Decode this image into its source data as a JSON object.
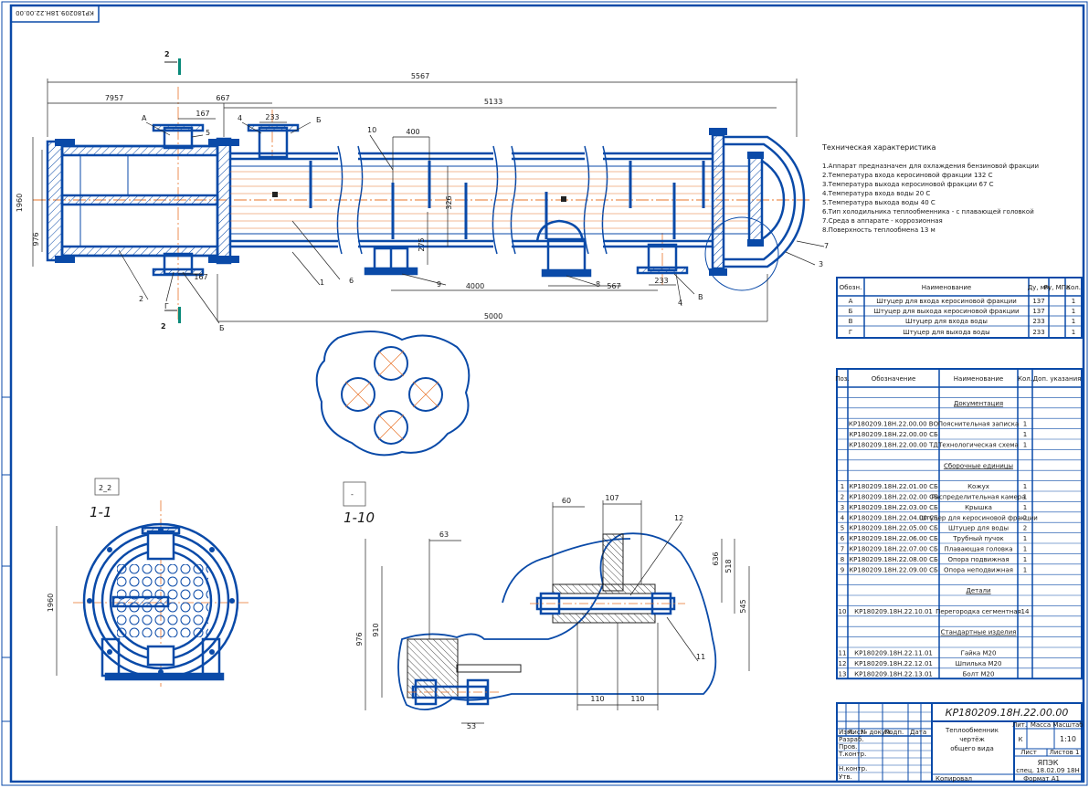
{
  "stamp": {
    "side_code": "КР180209.18Н.22.00.00"
  },
  "dimensions": {
    "d5567": "5567",
    "d7957": "7957",
    "d667": "667",
    "d5133": "5133",
    "d167a": "167",
    "d167b": "167",
    "d233a": "233",
    "d233b": "233",
    "d400": "400",
    "d4000": "4000",
    "d5000": "5000",
    "d567": "567",
    "d1960": "1960",
    "d976": "976",
    "d326": "326",
    "d275": "275",
    "d63": "63",
    "d53": "53",
    "d910": "910",
    "d976b": "976",
    "d60": "60",
    "d107": "107",
    "d636": "636",
    "d518": "518",
    "d545": "545",
    "d110a": "110",
    "d110b": "110",
    "d1960b": "1960"
  },
  "labels": {
    "sec2top": "2",
    "sec2bot": "2",
    "A": "А",
    "B": "Б",
    "V": "В",
    "G": "Г",
    "B2": "Б",
    "n4a": "4",
    "n5": "5",
    "n10": "10",
    "n1": "1",
    "n2": "2",
    "n6": "6",
    "n9": "9",
    "n8": "8",
    "n4b": "4",
    "n3": "3",
    "n7": "7",
    "n12": "12",
    "n11": "11"
  },
  "views": {
    "v1_tag": "2_2",
    "v1_title": "1-1",
    "v2_tag": "-",
    "v2_title": "1-10"
  },
  "tech": {
    "title": "Техническая характеристика",
    "lines": [
      "1.Аппарат предназначен для охлаждения бензиновой фракции",
      "2.Температура входа керосиновой фракции 132 С",
      "3.Температура выхода керосиновой фракции 67 С",
      "4.Температура входа воды 20 С",
      "5.Температура выхода воды 40 С",
      "6.Тип холодильника теплообменника - с плавающей головкой",
      "7.Среда в аппарате - коррозионная",
      "8.Поверхность теплообмена 13 м"
    ]
  },
  "nozzle_table": {
    "headers": [
      "Обозн.",
      "Наименование",
      "Ду, мм",
      "Ру, МПа",
      "Кол."
    ],
    "rows": [
      [
        "А",
        "Штуцер для входа керосиновой фракции",
        "137",
        "",
        "1"
      ],
      [
        "Б",
        "Штуцер для выхода керосиновой фракции",
        "137",
        "",
        "1"
      ],
      [
        "В",
        "Штуцер для входа воды",
        "233",
        "",
        "1"
      ],
      [
        "Г",
        "Штуцер для выхода воды",
        "233",
        "",
        "1"
      ]
    ]
  },
  "spec": {
    "headers": [
      "Поз.",
      "Обозначение",
      "Наименование",
      "Кол.",
      "Доп. указания"
    ],
    "rows": [
      [
        "",
        "",
        "",
        "",
        ""
      ],
      [
        "",
        "",
        "Документация",
        "",
        ""
      ],
      [
        "",
        "",
        "",
        "",
        ""
      ],
      [
        "",
        "КР180209.18Н.22.00.00 ВО",
        "Пояснительная записка",
        "1",
        ""
      ],
      [
        "",
        "КР180209.18Н.22.00.00 СБ",
        "",
        "1",
        ""
      ],
      [
        "",
        "КР180209.18Н.22.00.00 ТД",
        "Технологическая схема",
        "1",
        ""
      ],
      [
        "",
        "",
        "",
        "",
        ""
      ],
      [
        "",
        "",
        "Сборочные единицы",
        "",
        ""
      ],
      [
        "",
        "",
        "",
        "",
        ""
      ],
      [
        "1",
        "КР180209.18Н.22.01.00 СБ",
        "Кожух",
        "1",
        ""
      ],
      [
        "2",
        "КР180209.18Н.22.02.00 СБ",
        "Распределительная камера",
        "1",
        ""
      ],
      [
        "3",
        "КР180209.18Н.22.03.00 СБ",
        "Крышка",
        "1",
        ""
      ],
      [
        "4",
        "КР180209.18Н.22.04.00 СБ",
        "Штуцер для керосиновой фракции",
        "2",
        ""
      ],
      [
        "5",
        "КР180209.18Н.22.05.00 СБ",
        "Штуцер для воды",
        "2",
        ""
      ],
      [
        "6",
        "КР180209.18Н.22.06.00 СБ",
        "Трубный пучок",
        "1",
        ""
      ],
      [
        "7",
        "КР180209.18Н.22.07.00 СБ",
        "Плавающая головка",
        "1",
        ""
      ],
      [
        "8",
        "КР180209.18Н.22.08.00 СБ",
        "Опора подвижная",
        "1",
        ""
      ],
      [
        "9",
        "КР180209.18Н.22.09.00 СБ",
        "Опора неподвижная",
        "1",
        ""
      ],
      [
        "",
        "",
        "",
        "",
        ""
      ],
      [
        "",
        "",
        "Детали",
        "",
        ""
      ],
      [
        "",
        "",
        "",
        "",
        ""
      ],
      [
        "10",
        "КР180209.18Н.22.10.01",
        "Перегородка сегментная",
        "14",
        ""
      ],
      [
        "",
        "",
        "",
        "",
        ""
      ],
      [
        "",
        "",
        "Стандартные изделия",
        "",
        ""
      ],
      [
        "",
        "",
        "",
        "",
        ""
      ],
      [
        "11",
        "КР180209.18Н.22.11.01",
        "Гайка М20",
        "",
        ""
      ],
      [
        "12",
        "КР180209.18Н.22.12.01",
        "Шпилька М20",
        "",
        ""
      ],
      [
        "13",
        "КР180209.18Н.22.13.01",
        "Болт М20",
        "",
        ""
      ]
    ]
  },
  "title_block": {
    "code": "КР180209.18Н.22.00.00",
    "name_line1": "Теплообменник",
    "name_line2": "чертёж",
    "name_line3": "общего вида",
    "lit": "Лит.",
    "mass": "Масса",
    "scale_hdr": "Масштаб",
    "scale": "1:10",
    "k": "К",
    "sheet": "Лист",
    "sheets": "Листов 1",
    "org1": "ЯПЭК",
    "org2": "спец. 18.02.09 18Н",
    "copied": "Копировал",
    "format": "Формат А1",
    "roles": [
      "Изм.",
      "Лист",
      "№ докум.",
      "Подп.",
      "Дата",
      "Разраб.",
      "Пров.",
      "Т.контр.",
      "Н.контр.",
      "Утв."
    ]
  },
  "colors": {
    "line": "#0a4aa8",
    "dim": "#222222",
    "axis": "#e8742a",
    "hatch": "#0a4aa8"
  }
}
